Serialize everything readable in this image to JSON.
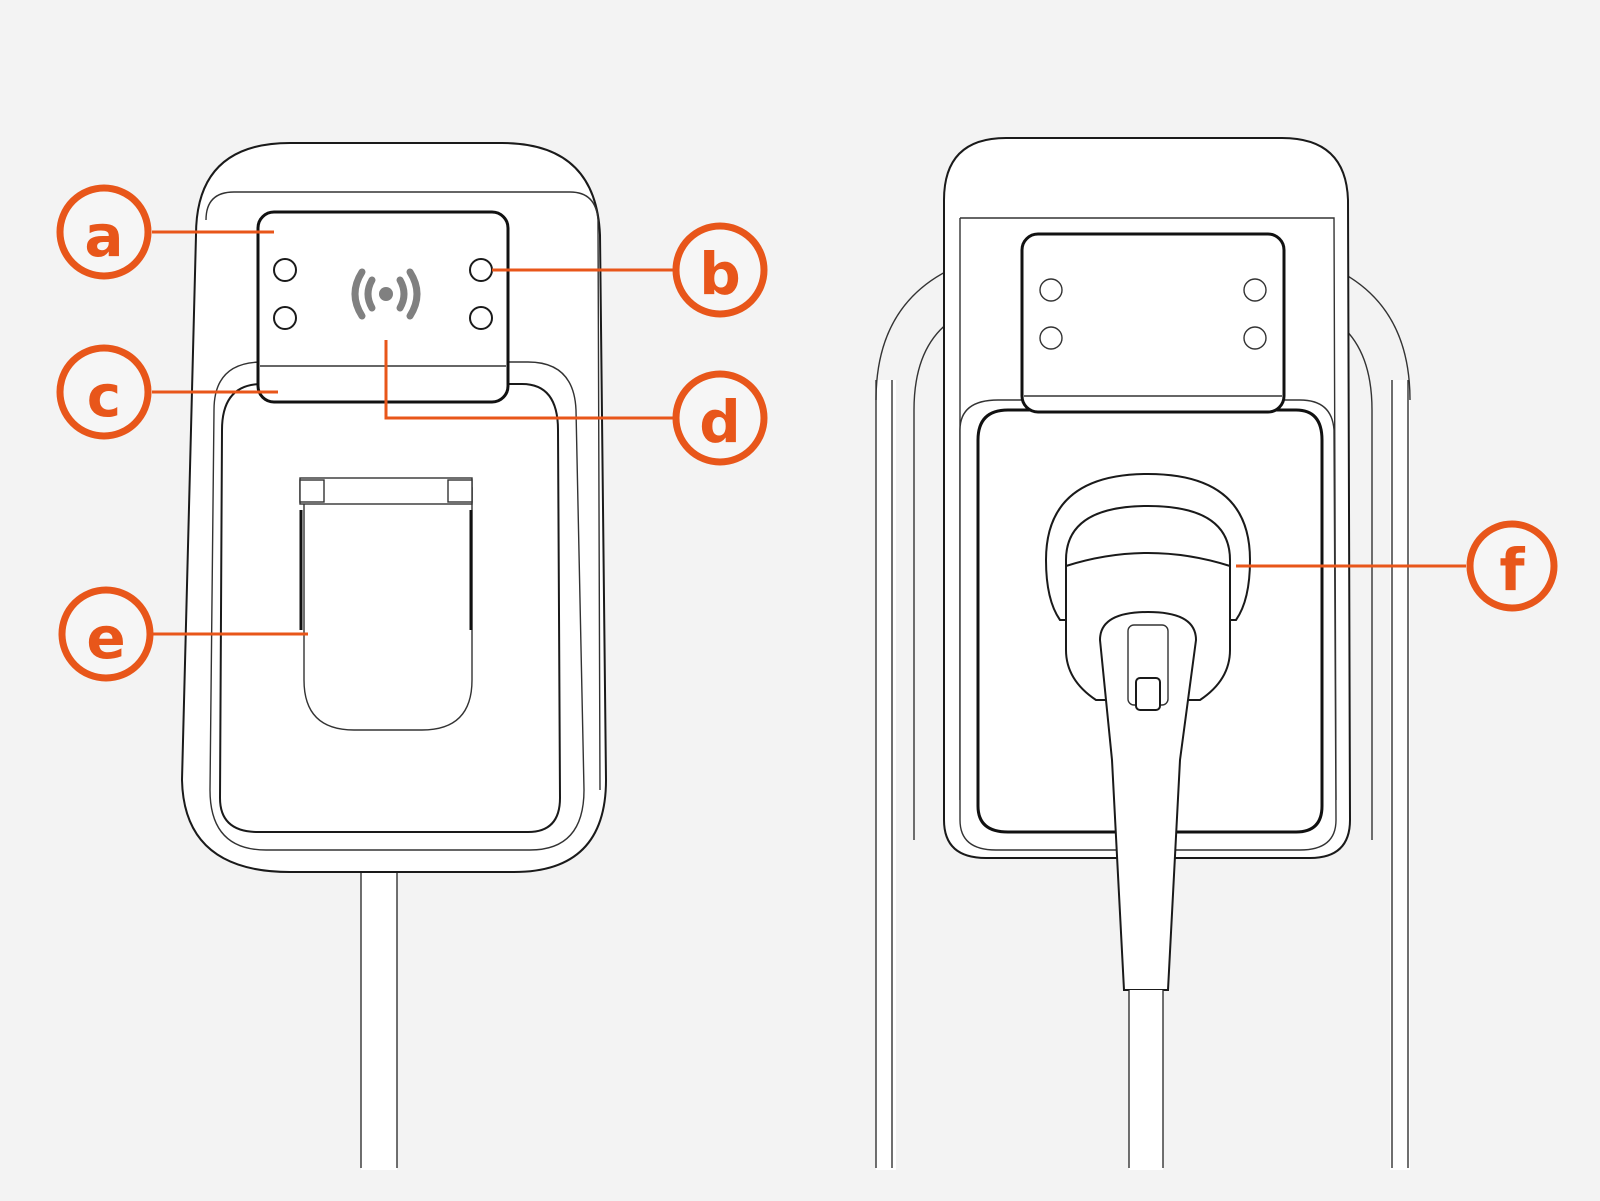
{
  "diagram": {
    "background_color": "#f3f3f3",
    "accent_color": "#e8561a",
    "line_color": "#1a1a1a",
    "units": [
      {
        "id": "left",
        "description": "wallbox charger front view, socket cover closed"
      },
      {
        "id": "right",
        "description": "wallbox charger on pedestal, charging plug inserted"
      }
    ],
    "callouts": [
      {
        "label": "a",
        "target": "top panel"
      },
      {
        "label": "b",
        "target": "panel indicator hole"
      },
      {
        "label": "c",
        "target": "lower edge of panel"
      },
      {
        "label": "d",
        "target": "NFC / RFID reader"
      },
      {
        "label": "e",
        "target": "socket cover"
      },
      {
        "label": "f",
        "target": "plugged-in charging connector"
      }
    ],
    "icons": [
      {
        "name": "nfc-icon",
        "glyph": "((•))"
      }
    ]
  }
}
